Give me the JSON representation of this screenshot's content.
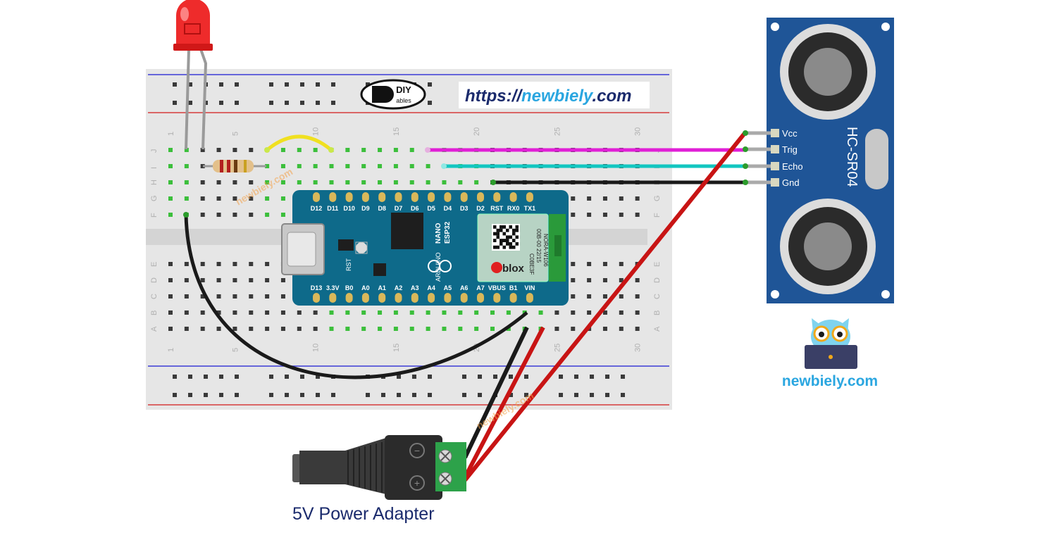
{
  "url_banner": {
    "prefix": "https://",
    "domain": "newbiely",
    "suffix": ".com"
  },
  "diy_logo": {
    "top": "DIY",
    "bottom": "ables"
  },
  "breadboard": {
    "column_numbers": [
      "1",
      "5",
      "10",
      "15",
      "20",
      "25",
      "30"
    ],
    "top_row_letters": [
      "J",
      "I",
      "H",
      "G",
      "F"
    ],
    "bottom_row_letters": [
      "E",
      "D",
      "C",
      "B",
      "A"
    ]
  },
  "arduino": {
    "top_pins": [
      "D12",
      "D11",
      "D10",
      "D9",
      "D8",
      "D7",
      "D6",
      "D5",
      "D4",
      "D3",
      "D2",
      "RST",
      "RX0",
      "TX1"
    ],
    "bottom_pins": [
      "D13",
      "3.3V",
      "B0",
      "A0",
      "A1",
      "A2",
      "A3",
      "A4",
      "A5",
      "A6",
      "A7",
      "VBUS",
      "B1",
      "VIN"
    ],
    "board_text": [
      "NANO",
      "ESP32",
      "ARDUINO",
      "RST"
    ],
    "module_lines": [
      "C0BE3F",
      "00B-00 22/15",
      "NORA-W106"
    ],
    "module_brand": "blox"
  },
  "sensor": {
    "title": "HC-SR04",
    "pins": [
      "Vcc",
      "Trig",
      "Echo",
      "Gnd"
    ]
  },
  "power_adapter": {
    "label": "5V Power Adapter",
    "minus": "−",
    "plus": "+"
  },
  "newbiely_logo": {
    "text": "newbiely.com"
  },
  "watermark": "newbiely.com",
  "colors": {
    "magenta_wire": "#e01fd6",
    "cyan_wire": "#12c6c0",
    "black_wire": "#1a1a1a",
    "red_wire": "#c81414",
    "yellow_wire": "#f0e020",
    "sensor_board": "#1f5597",
    "arduino_board": "#0e6a8a",
    "led_red": "#ee2b2b"
  }
}
